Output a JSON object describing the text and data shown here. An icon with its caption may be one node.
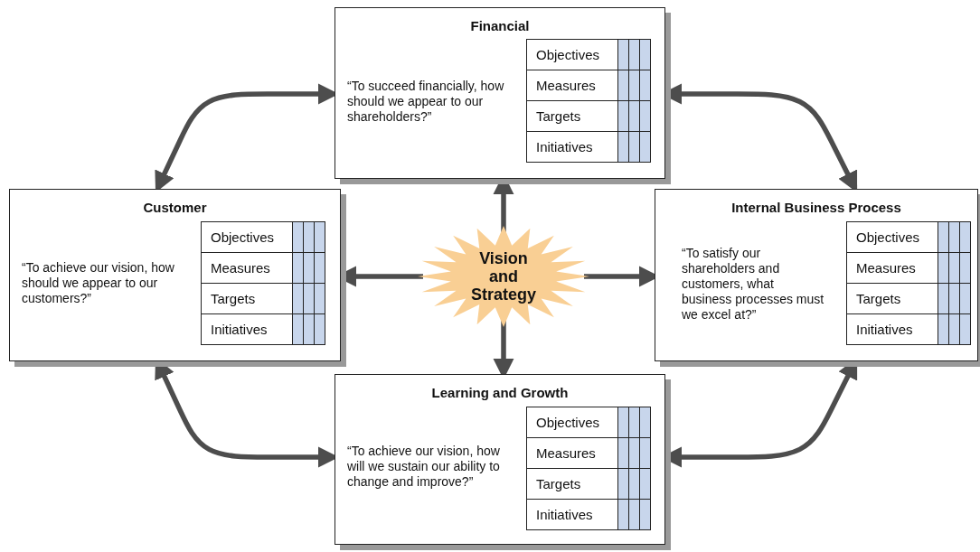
{
  "diagram": {
    "nodes": [
      {
        "text": [
          "Financial",
          "“To succeed financially, how should we appear to our shareholders?”",
          "Objectives",
          "Measures",
          "Targets",
          "Initiatives"
        ]
      },
      {
        "text": [
          "Customer",
          "“To achieve our vision, how should we appear to our customers?”",
          "Objectives",
          "Measures",
          "Targets",
          "Initiatives"
        ]
      },
      {
        "text": [
          "Vision and Strategy"
        ]
      },
      {
        "text": [
          "Internal Business Process",
          "“To satisfy our shareholders and customers, what business processes must we excel at?”",
          "Objectives",
          "Measures",
          "Targets",
          "Initiatives"
        ]
      },
      {
        "text": [
          "Learning and Growth",
          "“To achieve our vision, how will we sustain our ability to change and improve?”",
          "Objectives",
          "Measures",
          "Targets",
          "Initiatives"
        ]
      }
    ],
    "edges": [
      {
        "from": 1,
        "to": 0,
        "arrow": "both"
      },
      {
        "from": 0,
        "to": 3,
        "arrow": "both"
      },
      {
        "from": 1,
        "to": 4,
        "arrow": "both"
      },
      {
        "from": 3,
        "to": 4,
        "arrow": "both"
      },
      {
        "from": 2,
        "to": 0,
        "arrow": "to"
      },
      {
        "from": 2,
        "to": 1,
        "arrow": "to"
      },
      {
        "from": 2,
        "to": 3,
        "arrow": "to"
      },
      {
        "from": 2,
        "to": 4,
        "arrow": "to"
      }
    ]
  }
}
